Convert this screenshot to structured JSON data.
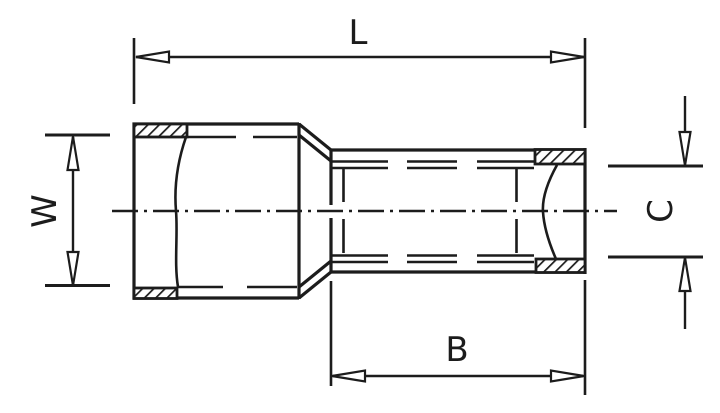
{
  "canvas": {
    "background": "#ffffff",
    "line_color": "#1c1c1c",
    "text_color": "#1c1c1c"
  },
  "dimensions": {
    "overall_length": "L",
    "entry_width": "W",
    "barrel_length": "B",
    "bore_diameter": "C"
  }
}
